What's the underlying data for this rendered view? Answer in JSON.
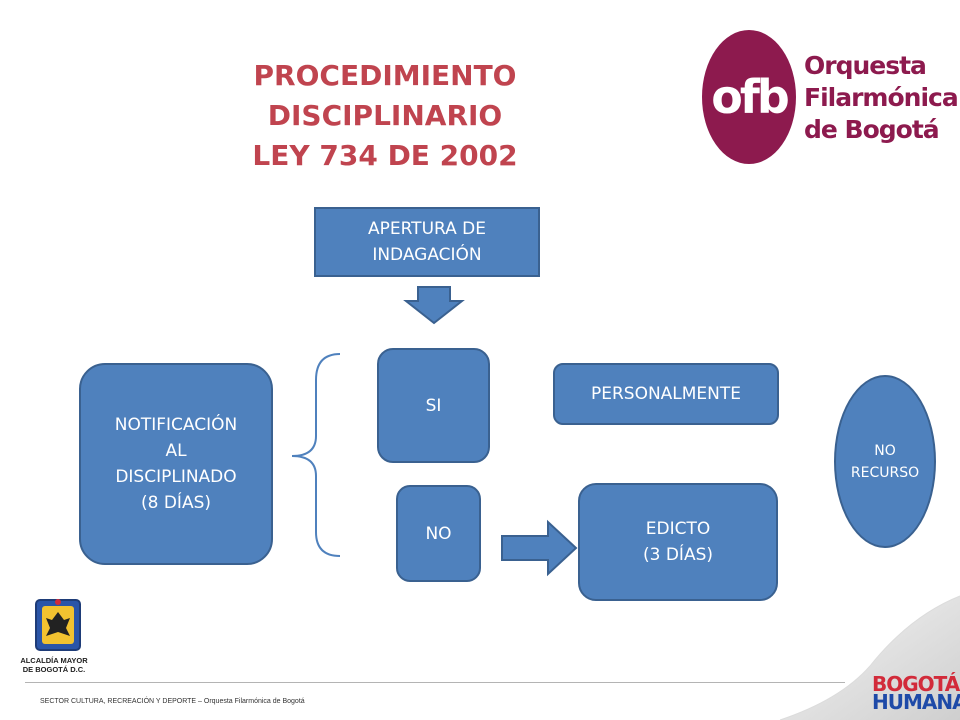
{
  "title": {
    "line1": "PROCEDIMIENTO",
    "line2": "DISCIPLINARIO",
    "line3": "LEY 734 DE 2002"
  },
  "logo": {
    "mark": "ofb",
    "line1": "Orquesta",
    "line2": "Filarmónica",
    "line3": "de Bogotá"
  },
  "nodes": {
    "apertura": [
      "APERTURA DE",
      "INDAGACIÓN"
    ],
    "notificacion": [
      "NOTIFICACIÓN",
      "AL",
      "DISCIPLINADO",
      "(8 DÍAS)"
    ],
    "si": [
      "SI"
    ],
    "no": [
      "NO"
    ],
    "personalmente": [
      "PERSONALMENTE"
    ],
    "edicto": [
      "EDICTO",
      "(3 DÍAS)"
    ],
    "no_recurso": [
      "NO",
      "RECURSO"
    ]
  },
  "footer": {
    "text": "SECTOR CULTURA, RECREACIÓN Y DEPORTE – Orquesta Filarmónica de Bogotá",
    "crest_line1": "ALCALDÍA MAYOR",
    "crest_line2": "DE BOGOTÁ D.C.",
    "bogota_line1": "BOGOTÁ",
    "bogota_line2": "HUMANA"
  },
  "colors": {
    "title": "#c0444f",
    "node_fill": "#4f81bd",
    "node_border": "#3a6190",
    "logo": "#8d1a4e"
  }
}
